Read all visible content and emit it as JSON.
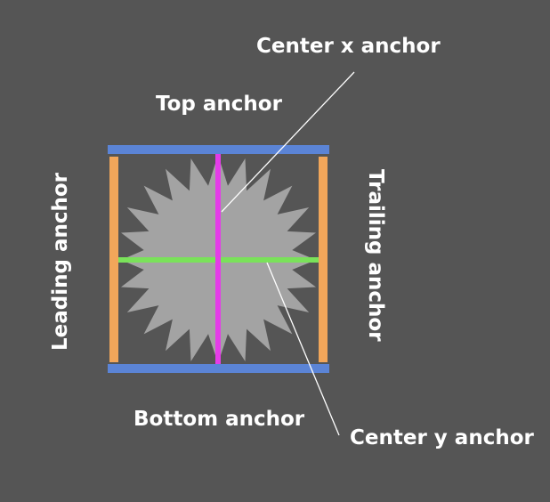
{
  "labels": {
    "center_x": "Center x anchor",
    "top": "Top anchor",
    "leading": "Leading anchor",
    "trailing": "Trailing anchor",
    "bottom": "Bottom anchor",
    "center_y": "Center y anchor"
  },
  "colors": {
    "background": "#555555",
    "top_bottom_anchor": "#5b84d6",
    "leading_trailing_anchor": "#f2a65a",
    "center_x_anchor": "#e43ce8",
    "center_y_anchor": "#7ae25a",
    "shape_fill": "#a3a3a3",
    "leader_line": "#ffffff",
    "text": "#ffffff"
  },
  "icons": {
    "shape": "starburst-shape"
  }
}
